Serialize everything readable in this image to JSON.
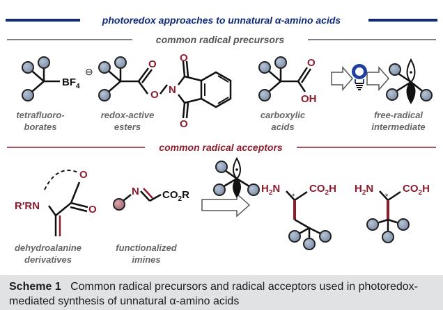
{
  "title": "photoredox approaches to unnatural α-amino acids",
  "section_precursors": "common radical precursors",
  "section_acceptors": "common radical acceptors",
  "labels": {
    "tetrafluoroborates_1": "tetrafluoro-",
    "tetrafluoroborates_2": "borates",
    "redox_esters_1": "redox-active",
    "redox_esters_2": "esters",
    "carboxylic_1": "carboxylic",
    "carboxylic_2": "acids",
    "free_radical_1": "free-radical",
    "free_radical_2": "intermediate",
    "dehydroalanine_1": "dehydroalanine",
    "dehydroalanine_2": "derivatives",
    "imines_1": "functionalized",
    "imines_2": "imines"
  },
  "atoms": {
    "B": "BF",
    "B_sub": "4",
    "charge": "⊖",
    "O": "O",
    "N": "N",
    "OH": "OH",
    "RN": "R′RN",
    "CO2R": "CO",
    "CO2R_sub": "2",
    "CO2R_end": "R",
    "H2N": "H",
    "H2N_sub": "2",
    "H2N_end": "N",
    "CO2H": "CO",
    "CO2H_sub": "2",
    "CO2H_end": "H",
    "star": "*"
  },
  "caption": {
    "label": "Scheme 1",
    "text": "Common radical precursors and radical acceptors used in photoredox-mediated synthesis of unnatural α-amino acids"
  },
  "colors": {
    "navy": "#0e2a7a",
    "maroon": "#8c1c2c",
    "ball": "#8a9bb3",
    "caption_bg": "#e1e2e3"
  }
}
